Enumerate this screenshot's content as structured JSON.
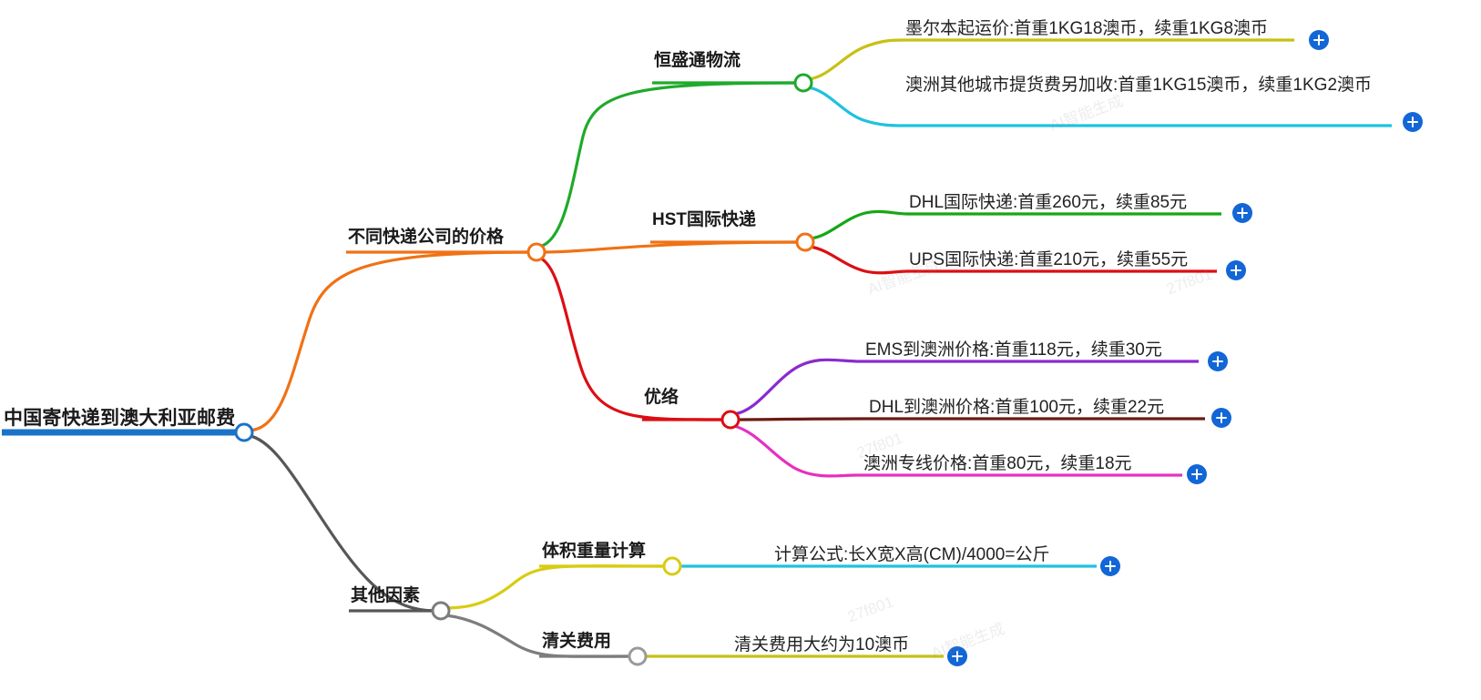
{
  "mindmap": {
    "root": {
      "label": "中国寄快递到澳大利亚邮费",
      "color": "#1a73c8"
    },
    "branches": [
      {
        "label": "不同快递公司的价格",
        "color": "#ef7215",
        "children": [
          {
            "label": "恒盛通物流",
            "color": "#1faa2b",
            "children": [
              {
                "label": "墨尔本起运价:首重1KG18澳币，续重1KG8澳币",
                "color": "#c8c016",
                "has_plus": true
              },
              {
                "label": "澳洲其他城市提货费另加收:首重1KG15澳币，续重1KG2澳币",
                "color": "#1ec2e0",
                "has_plus": true
              }
            ]
          },
          {
            "label": "HST国际快递",
            "color": "#ef7215",
            "children": [
              {
                "label": "DHL国际快递:首重260元，续重85元",
                "color": "#14a814",
                "has_plus": true
              },
              {
                "label": "UPS国际快递:首重210元，续重55元",
                "color": "#dd0d12",
                "has_plus": true
              }
            ]
          },
          {
            "label": "优络",
            "color": "#dd0d12",
            "children": [
              {
                "label": "EMS到澳洲价格:首重118元，续重30元",
                "color": "#8a2ad0",
                "has_plus": true
              },
              {
                "label": "DHL到澳洲价格:首重100元，续重22元",
                "color": "#6b1a14",
                "has_plus": true
              },
              {
                "label": "澳洲专线价格:首重80元，续重18元",
                "color": "#e630c0",
                "has_plus": true
              }
            ]
          }
        ]
      },
      {
        "label": "其他因素",
        "color": "#575757",
        "children": [
          {
            "label": "体积重量计算",
            "color": "#d8cc12",
            "children": [
              {
                "label": "计算公式:长X宽X高(CM)/4000=公斤",
                "color": "#1ec2e0",
                "has_plus": true
              }
            ]
          },
          {
            "label": "清关费用",
            "color": "#7d7d7d",
            "children": [
              {
                "label": "清关费用大约为10澳币",
                "color": "#c8c016",
                "has_plus": true
              }
            ]
          }
        ]
      }
    ],
    "watermarks": [
      "27f801",
      "AI智能生成"
    ]
  }
}
